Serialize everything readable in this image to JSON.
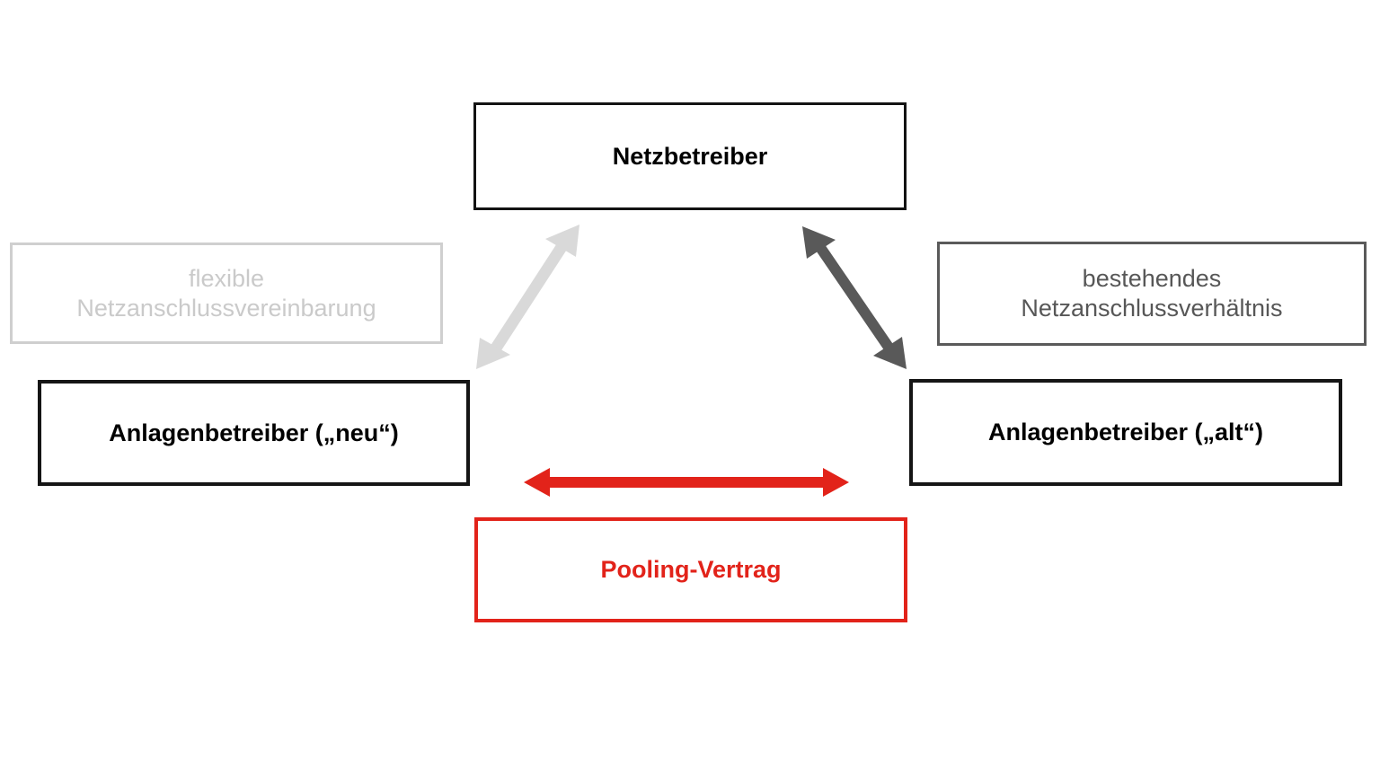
{
  "diagram": {
    "title_present": false,
    "background": "#ffffff",
    "colors": {
      "black": "#000000",
      "light_gray": "#cacaca",
      "dark_gray": "#575757",
      "red": "#e2231a"
    },
    "nodes": {
      "netzbetreiber": {
        "label": "Netzbetreiber",
        "style": "black-bold"
      },
      "flexible_vereinbarung": {
        "line1": "flexible",
        "line2": "Netzanschlussvereinbarung",
        "style": "light-gray"
      },
      "bestehendes_verhaeltnis": {
        "line1": "bestehendes",
        "line2": "Netzanschlussverhältnis",
        "style": "dark-gray"
      },
      "anlagenbetreiber_neu": {
        "label": "Anlagenbetreiber („neu“)",
        "style": "black-bold"
      },
      "anlagenbetreiber_alt": {
        "label": "Anlagenbetreiber („alt“)",
        "style": "black-bold"
      },
      "pooling_vertrag": {
        "label": "Pooling-Vertrag",
        "style": "red-bold"
      }
    },
    "connectors": [
      {
        "name": "arrow-neu-to-netzbetreiber",
        "from": "anlagenbetreiber_neu",
        "to": "netzbetreiber",
        "color": "#d9d9d9",
        "double_headed": true,
        "annotation": "flexible Netzanschlussvereinbarung"
      },
      {
        "name": "arrow-alt-to-netzbetreiber",
        "from": "anlagenbetreiber_alt",
        "to": "netzbetreiber",
        "color": "#595959",
        "double_headed": true,
        "annotation": "bestehendes Netzanschlussverhältnis"
      },
      {
        "name": "arrow-neu-to-alt",
        "from": "anlagenbetreiber_neu",
        "to": "anlagenbetreiber_alt",
        "color": "#e2231a",
        "double_headed": true,
        "annotation": "Pooling-Vertrag"
      }
    ]
  }
}
